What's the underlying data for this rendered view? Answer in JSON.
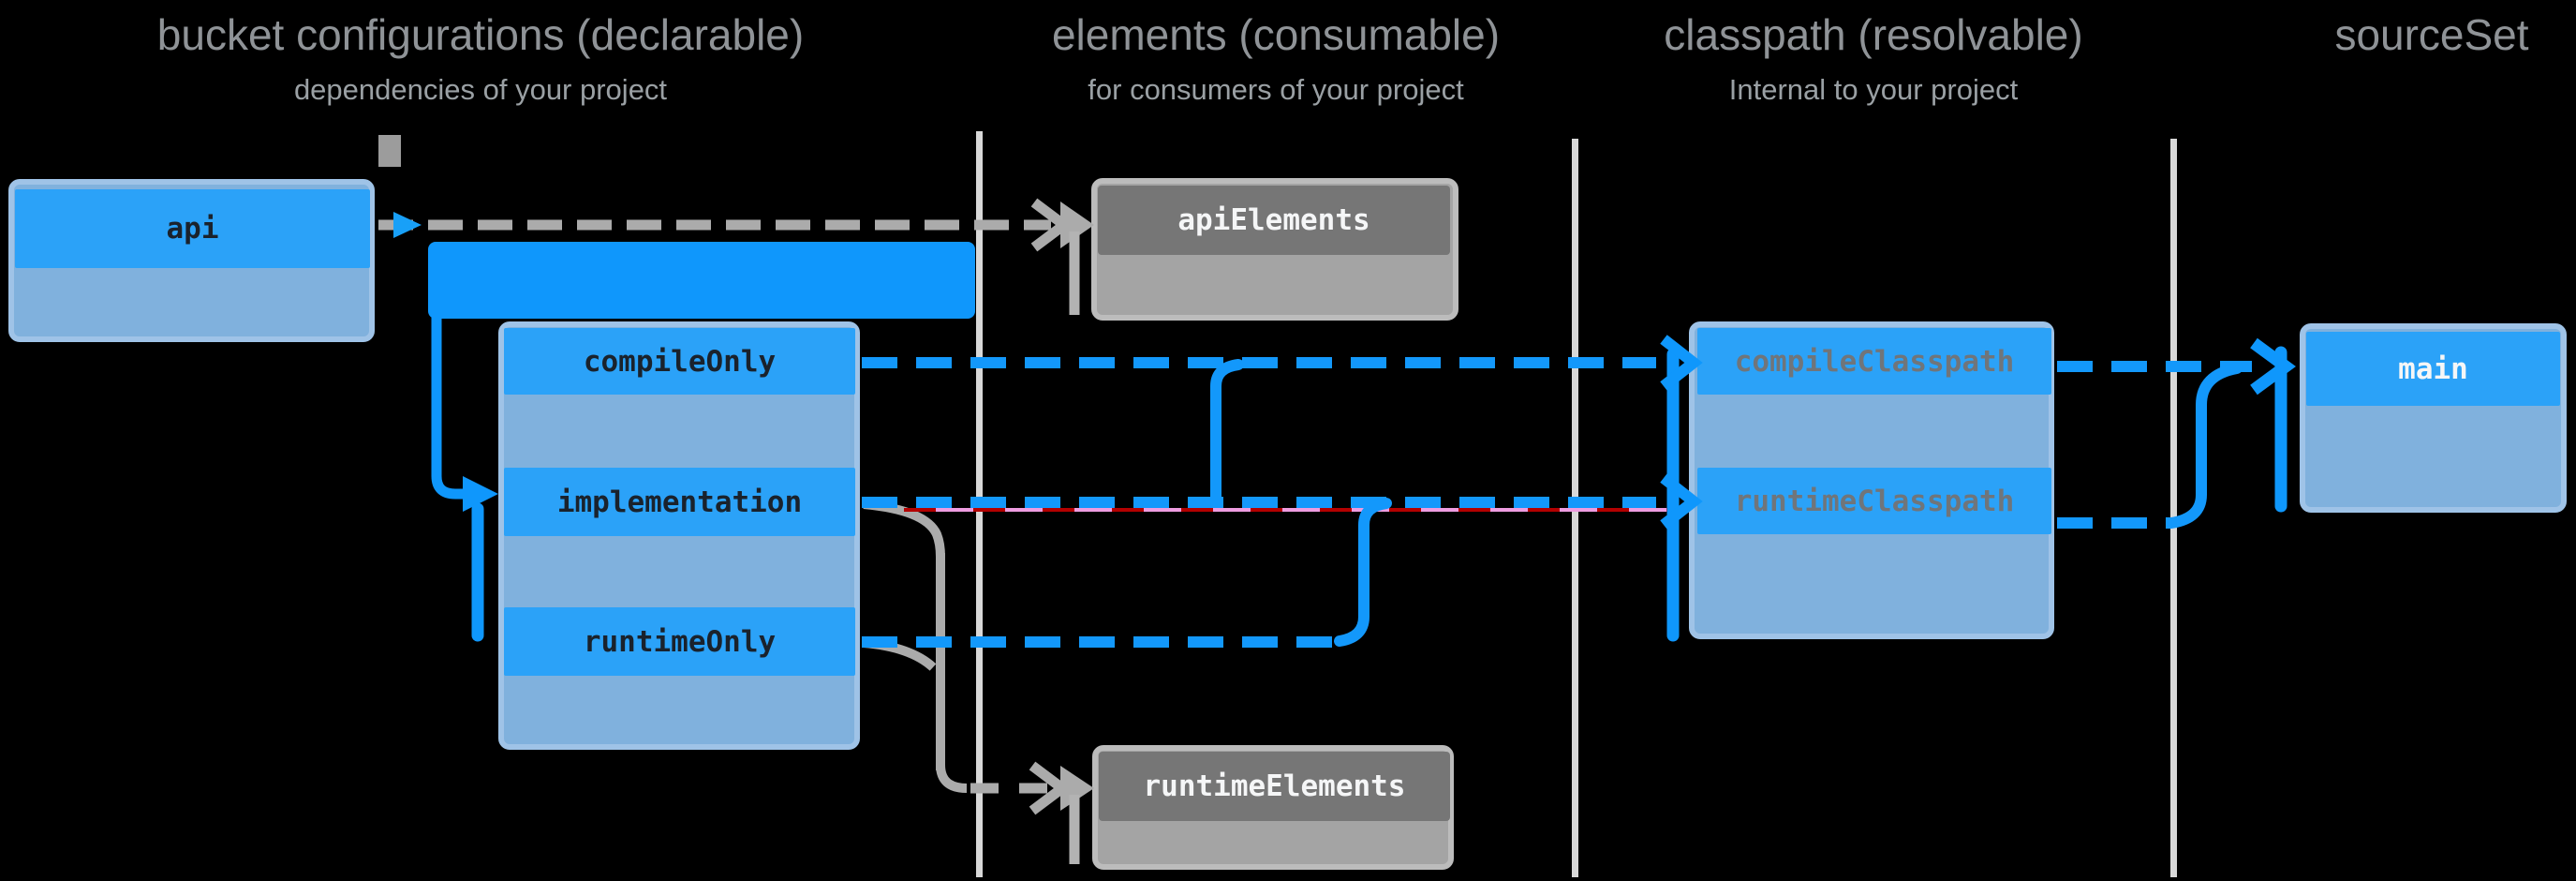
{
  "columns": [
    {
      "title": "bucket configurations (declarable)",
      "subtitle": "dependencies of your project"
    },
    {
      "title": "elements (consumable)",
      "subtitle": "for consumers of your project"
    },
    {
      "title": "classpath (resolvable)",
      "subtitle": "Internal to your project"
    },
    {
      "title": "sourceSet",
      "subtitle": ""
    }
  ],
  "boxes": {
    "api": {
      "label": "api"
    },
    "bucket_group": {
      "rows": [
        {
          "label": "compileOnly"
        },
        {
          "label": "implementation"
        },
        {
          "label": "runtimeOnly"
        }
      ]
    },
    "api_elements": {
      "label": "apiElements"
    },
    "runtime_elements": {
      "label": "runtimeElements"
    },
    "classpath_group": {
      "rows": [
        {
          "label": "compileClasspath"
        },
        {
          "label": "runtimeClasspath"
        }
      ]
    },
    "main": {
      "label": "main"
    }
  },
  "colors": {
    "background": "#000000",
    "accent_blue": "#0f97fc",
    "header_blue": "#2ba2f8",
    "panel_blue": "#80b1dd",
    "panel_border_blue": "#9fc3e7",
    "gray_box": "#a4a4a4",
    "gray_box_header": "#767676",
    "gray_arrow": "#ababab",
    "divider_gray": "#d8d8d8",
    "deprecated_red": "#b40000",
    "deprecated_pink": "#ee9ce0",
    "title_gray": "#8f9397",
    "label_dark": "#1a222c",
    "label_white": "#f5f6f7",
    "label_gray": "#70757a"
  }
}
